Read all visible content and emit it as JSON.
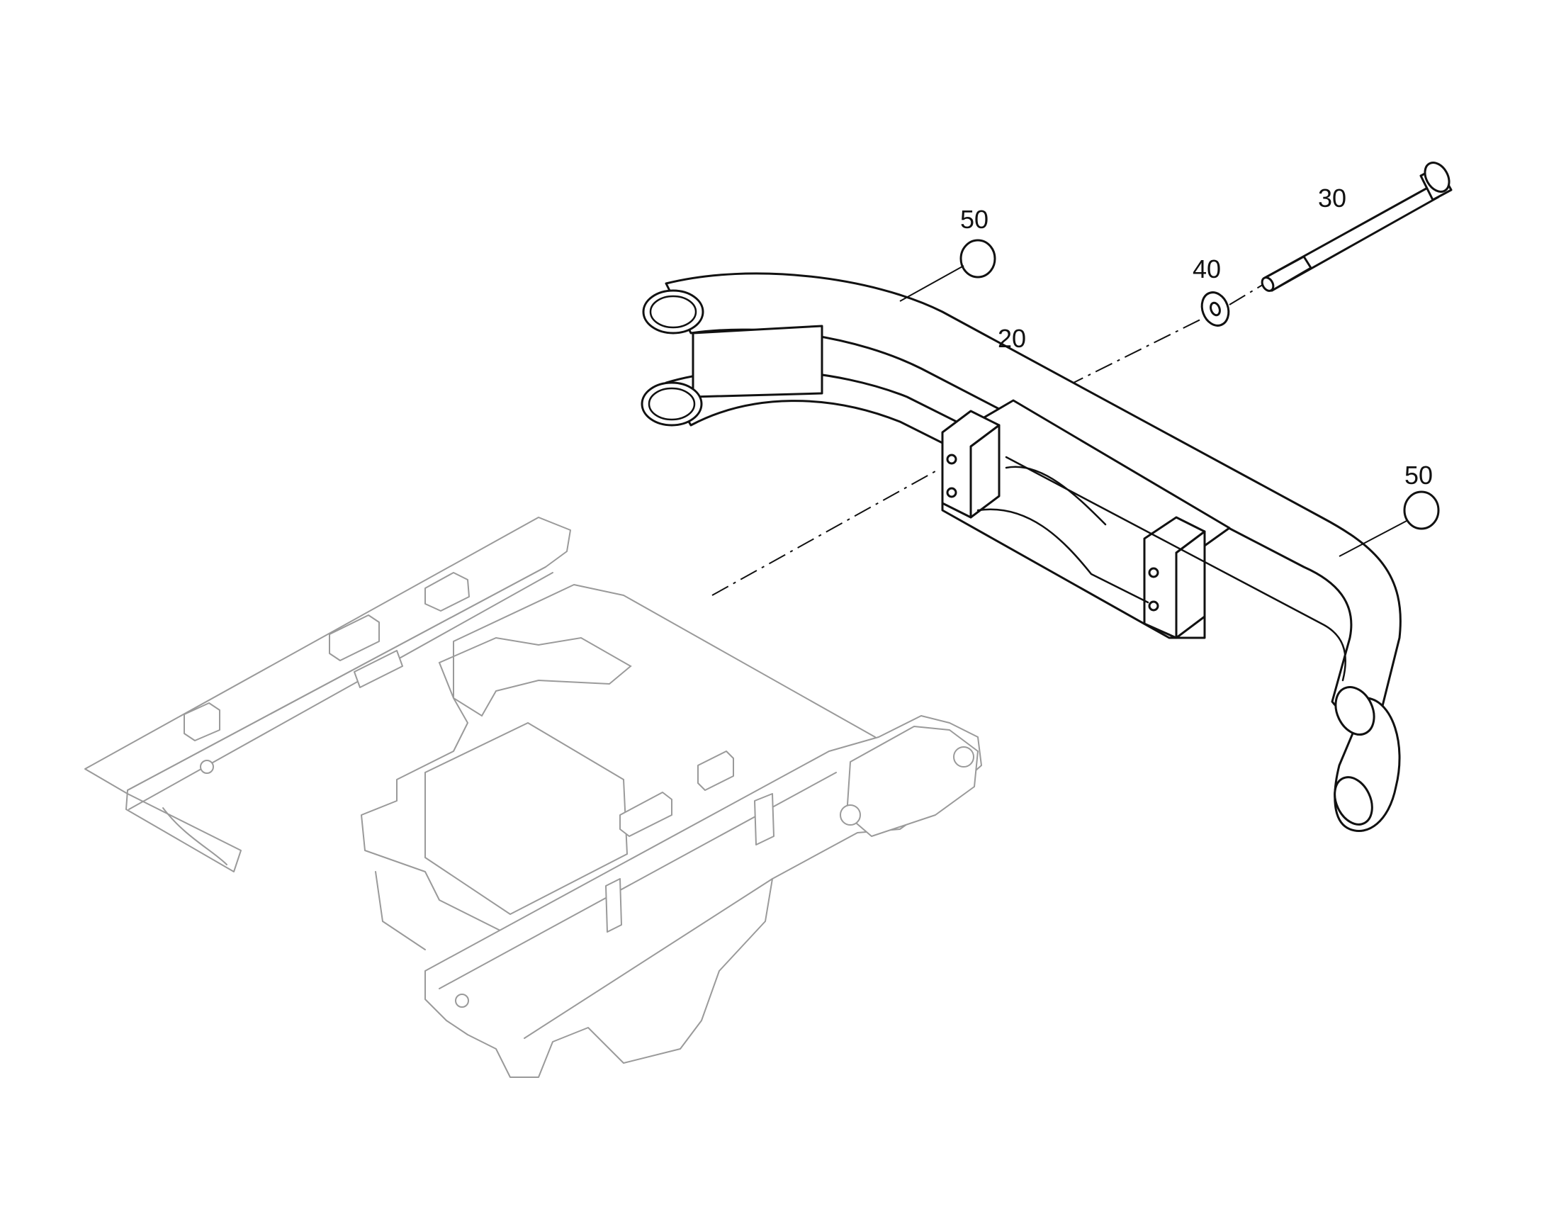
{
  "callouts": {
    "item_20": "20",
    "item_30": "30",
    "item_40": "40",
    "item_50_top": "50",
    "item_50_right": "50"
  },
  "colors": {
    "part_stroke": "#111111",
    "frame_stroke": "#9a9a9a",
    "background": "#ffffff"
  }
}
